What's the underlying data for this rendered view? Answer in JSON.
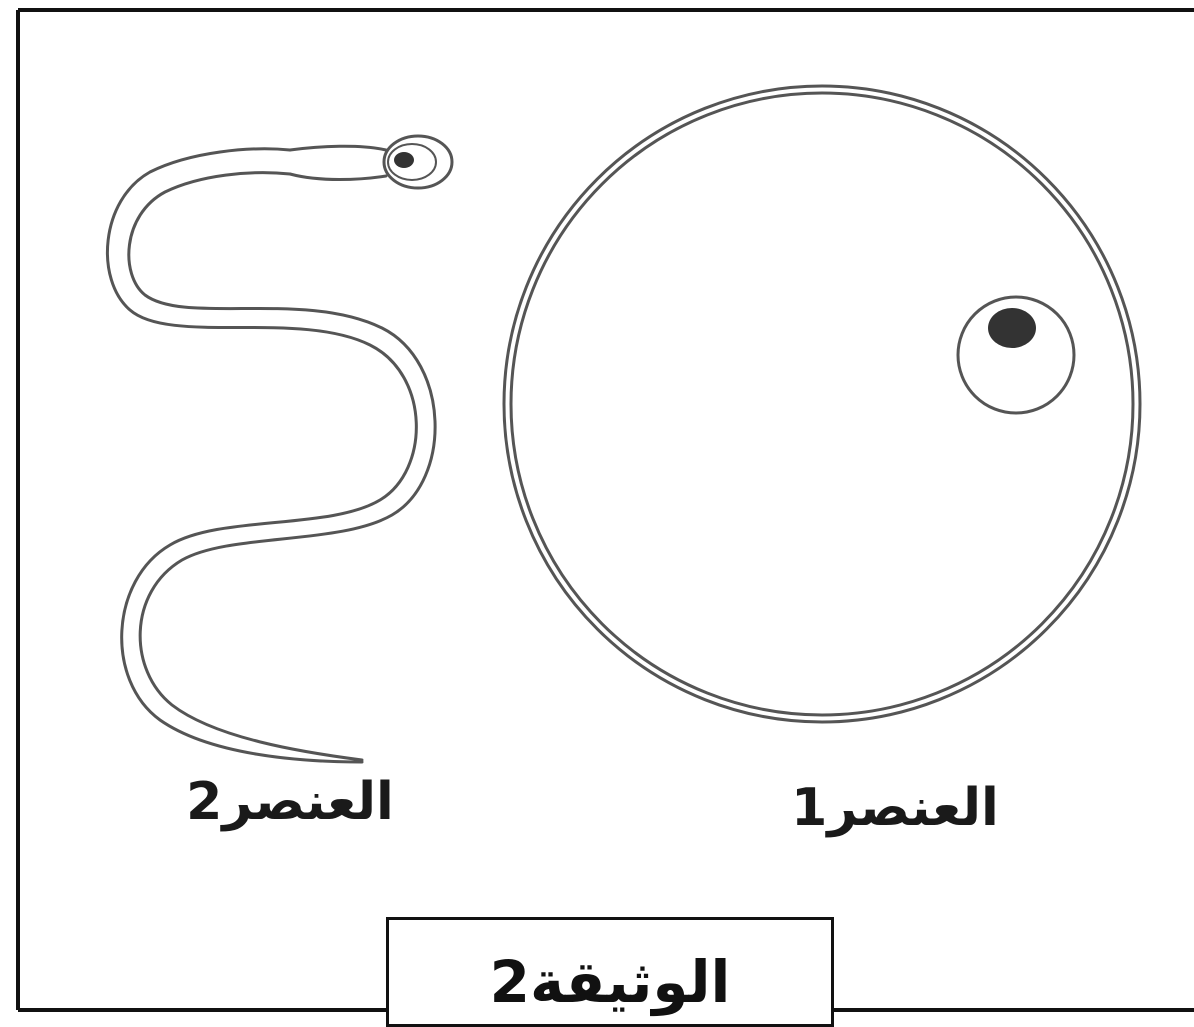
{
  "labels": {
    "element_1": "العنصر1",
    "element_2": "العنصر2"
  },
  "caption": "الوثيقة2",
  "colors": {
    "stroke": "#555555",
    "frame": "#111111",
    "nucleus": "#333333",
    "background": "#ffffff"
  }
}
